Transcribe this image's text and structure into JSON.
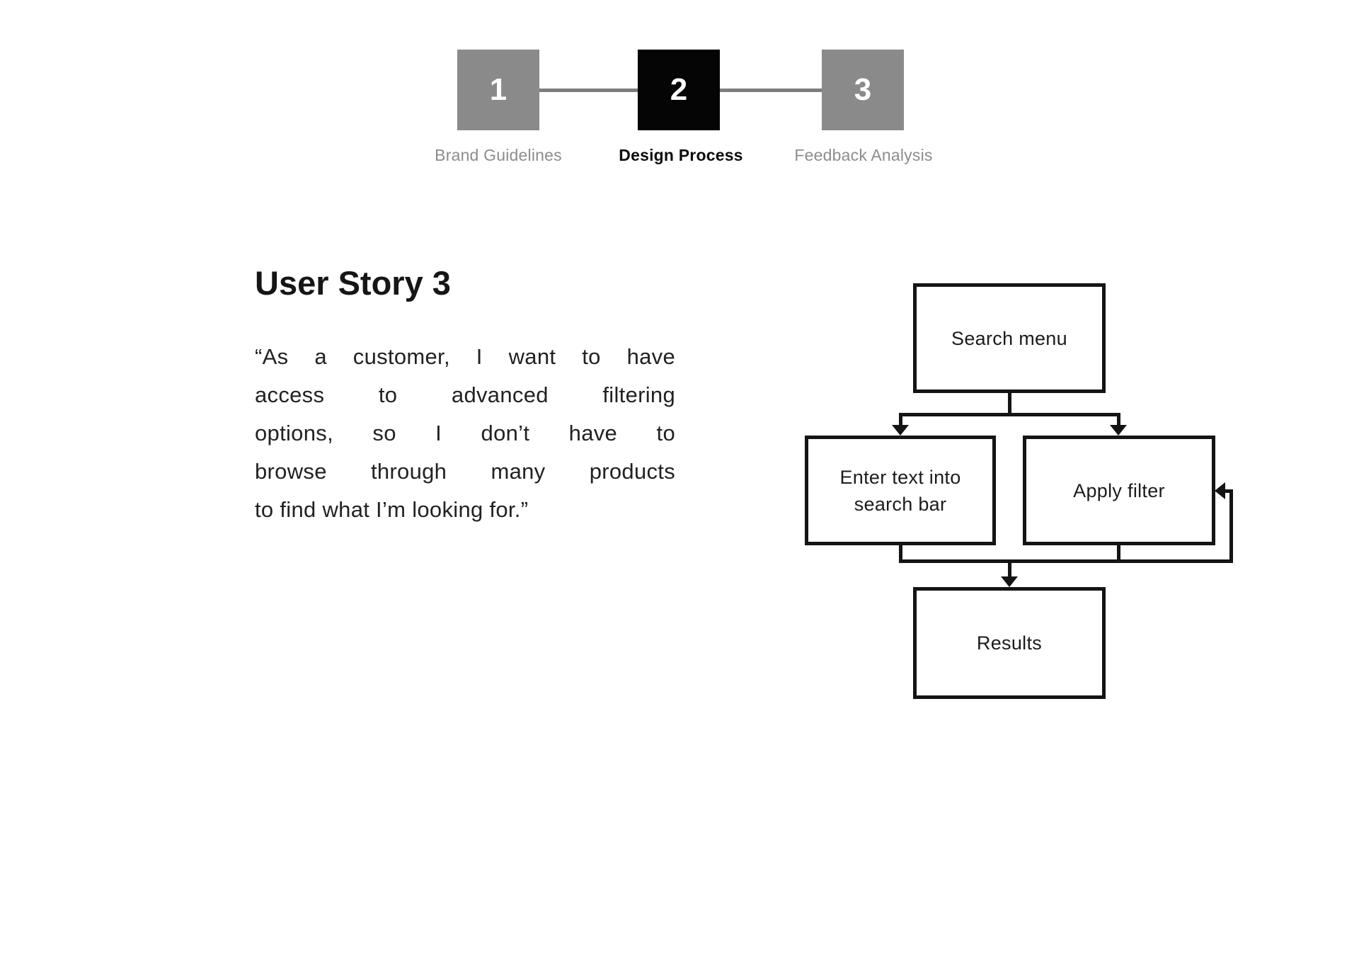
{
  "stepper": {
    "steps": [
      {
        "number": "1",
        "label": "Brand Guidelines",
        "active": false
      },
      {
        "number": "2",
        "label": "Design Process",
        "active": true
      },
      {
        "number": "3",
        "label": "Feedback Analysis",
        "active": false
      }
    ],
    "colors": {
      "active_bg": "#050505",
      "inactive_bg": "#8a8a8a",
      "connector": "#7d7d7d"
    }
  },
  "story": {
    "title": "User Story 3",
    "quote_lines": [
      "“As a customer, I want to have",
      "access to advanced filtering",
      "options, so I don’t have to",
      "browse through many products",
      "to find what I’m looking for.”"
    ]
  },
  "flowchart": {
    "search_menu": {
      "label": "Search menu"
    },
    "enter_text": {
      "lines": [
        "Enter text into",
        "search bar"
      ]
    },
    "apply_filter": {
      "label": "Apply filter"
    },
    "results": {
      "label": "Results"
    },
    "stroke_color": "#141414"
  }
}
